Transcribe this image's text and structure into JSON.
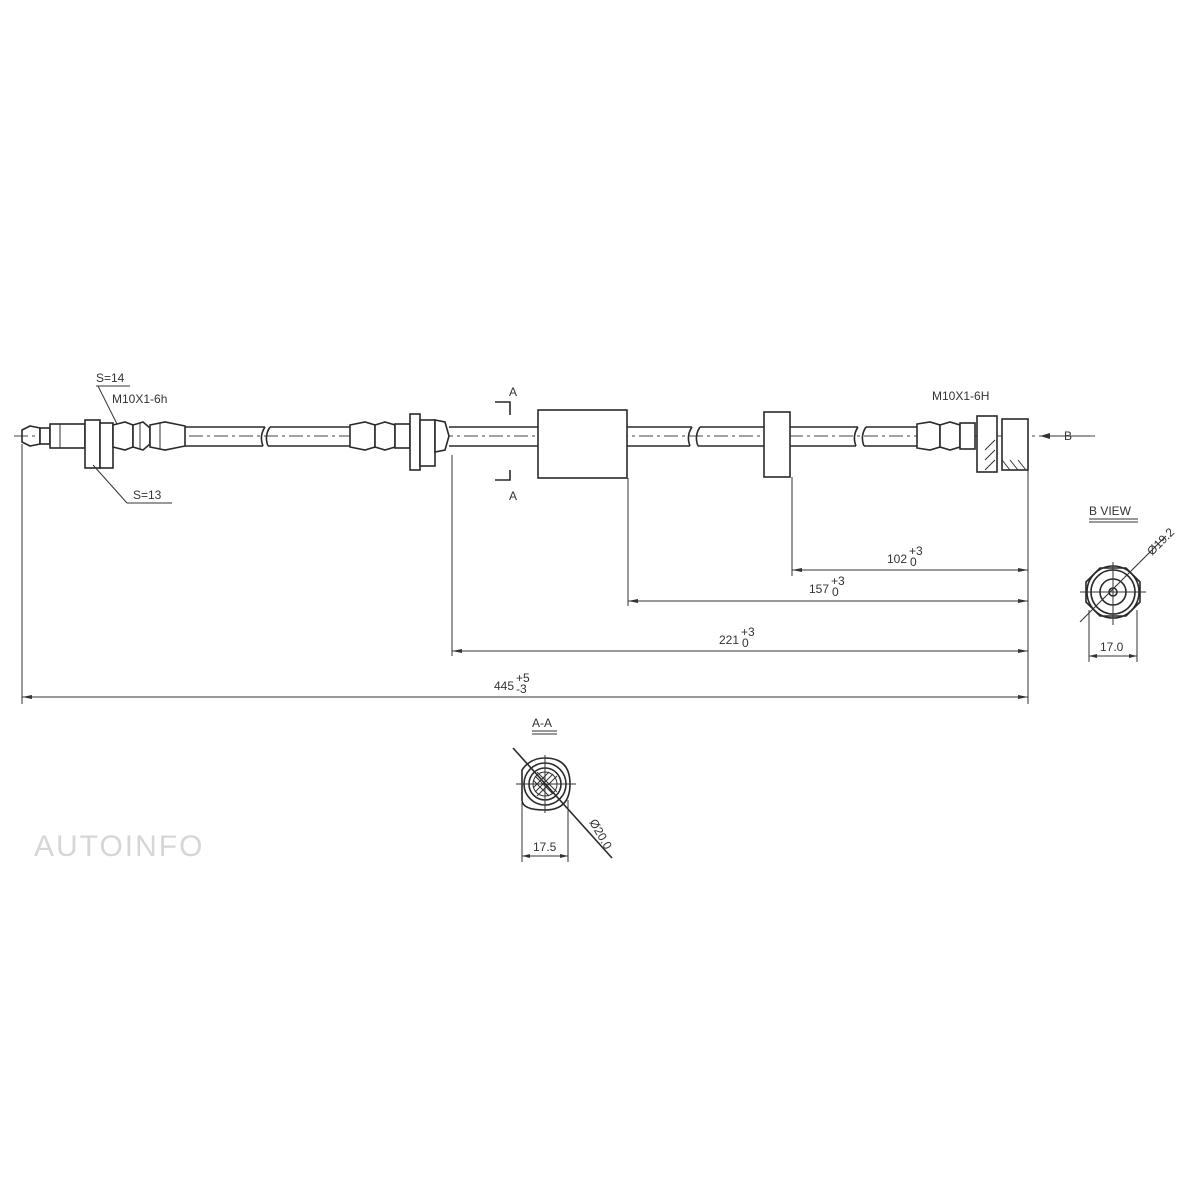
{
  "labels": {
    "left_nut_large": "S=14",
    "left_thread": "M10X1-6h",
    "left_nut_small": "S=13",
    "right_thread": "M10X1-6H",
    "section_mark_top": "A",
    "section_mark_bottom": "A",
    "view_arrow": "B"
  },
  "dimensions": {
    "d102": {
      "value": "102",
      "tol_upper": "+3",
      "tol_lower": "0"
    },
    "d157": {
      "value": "157",
      "tol_upper": "+3",
      "tol_lower": "0"
    },
    "d221": {
      "value": "221",
      "tol_upper": "+3",
      "tol_lower": "0"
    },
    "d445": {
      "value": "445",
      "tol_upper": "+5",
      "tol_lower": "-3"
    }
  },
  "b_view": {
    "title": "B VIEW",
    "diameter": "Ø19.2",
    "width": "17.0"
  },
  "section_aa": {
    "title": "A-A",
    "diameter": "Ø20.0",
    "width": "17.5"
  },
  "watermark": "AUTOINFO"
}
